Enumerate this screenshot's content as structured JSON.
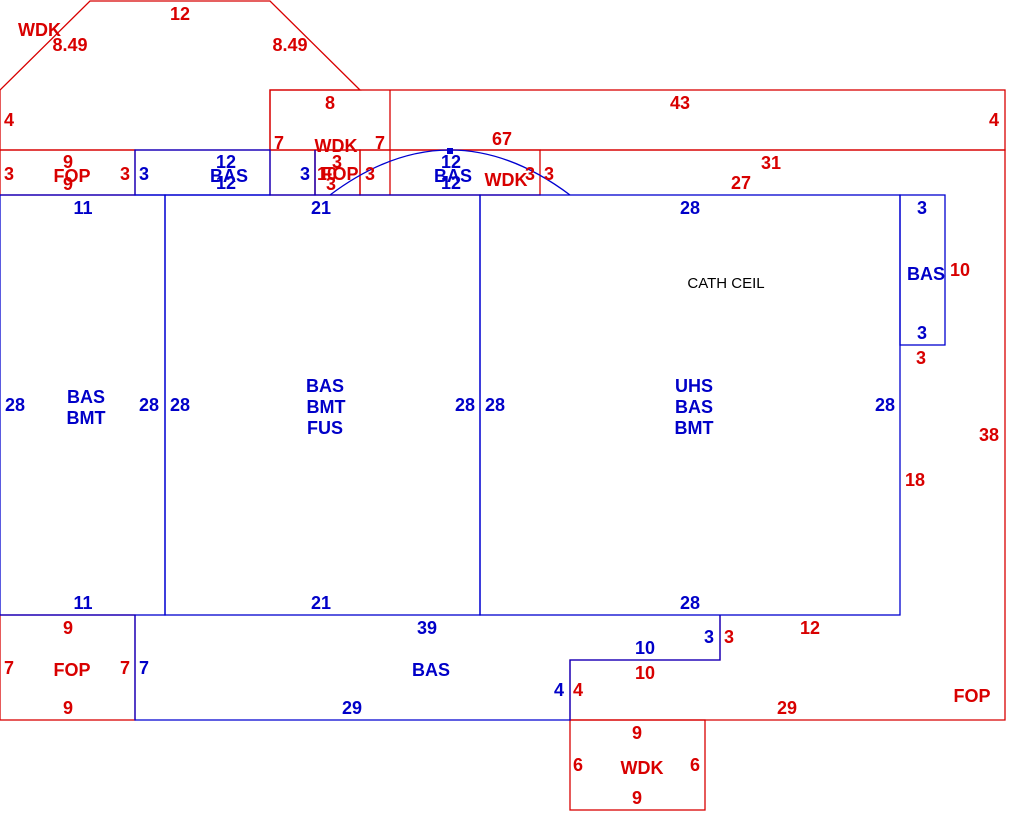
{
  "colors": {
    "exterior_area": "#d80000",
    "living_area": "#0000d0",
    "note": "#000000"
  },
  "areas": {
    "wdk_top": {
      "code": "WDK",
      "dims": {
        "top": "12",
        "left_slope": "8.49",
        "right_slope": "8.49",
        "side": "4"
      }
    },
    "fop_left_top": {
      "code": "FOP",
      "dims": {
        "top": "9",
        "bottom": "9",
        "left": "3",
        "right": "3"
      }
    },
    "bas_strip": {
      "code": "BAS",
      "dims": {
        "top": "12",
        "bottom": "12",
        "left": "3",
        "right": "3"
      }
    },
    "wdk_small": {
      "code": "WDK",
      "dims": {
        "top": "8",
        "left": "7",
        "right": "7"
      }
    },
    "fop_small": {
      "code": "FOP",
      "dims": {
        "top": "3",
        "bottom": "3",
        "left": "10",
        "right": "3"
      }
    },
    "bas_bay": {
      "code": "BAS",
      "dims": {
        "top": "12",
        "bottom": "12",
        "right": "3"
      }
    },
    "wdk_right": {
      "code": "WDK",
      "dims": {
        "top": "43",
        "side": "4",
        "inner": "67",
        "left": "3"
      }
    },
    "room_1": {
      "codes": [
        "BAS",
        "BMT"
      ],
      "dims": {
        "top": "11",
        "bottom": "11",
        "left": "28",
        "right": "28"
      }
    },
    "room_2": {
      "codes": [
        "BAS",
        "BMT",
        "FUS"
      ],
      "dims": {
        "top": "21",
        "bottom": "21",
        "left": "28",
        "right": "28"
      }
    },
    "room_3": {
      "codes": [
        "UHS",
        "BAS",
        "BMT"
      ],
      "note": "CATH CEIL",
      "dims": {
        "top": "28",
        "bottom": "28",
        "left": "28",
        "right": "28"
      }
    },
    "bas_side": {
      "code": "BAS",
      "dims": {
        "top": "3",
        "bottom": "3",
        "right": "10"
      }
    },
    "fop_big": {
      "code": "FOP",
      "dims": {
        "top": "31",
        "inner_top": "27",
        "right": "38",
        "notch": "18",
        "under": "3",
        "step": "12",
        "inner": "10",
        "bottom": "29",
        "left": "4"
      }
    },
    "fop_left_bottom": {
      "code": "FOP",
      "dims": {
        "top": "9",
        "bottom": "9",
        "left": "7",
        "right": "7"
      }
    },
    "bas_bottom": {
      "code": "BAS",
      "dims": {
        "top": "39",
        "step": "10",
        "step_side": "3",
        "left": "7",
        "right": "4",
        "bottom": "29"
      }
    },
    "wdk_bottom": {
      "code": "WDK",
      "dims": {
        "top": "9",
        "bottom": "9",
        "left": "6",
        "right": "6"
      }
    }
  }
}
